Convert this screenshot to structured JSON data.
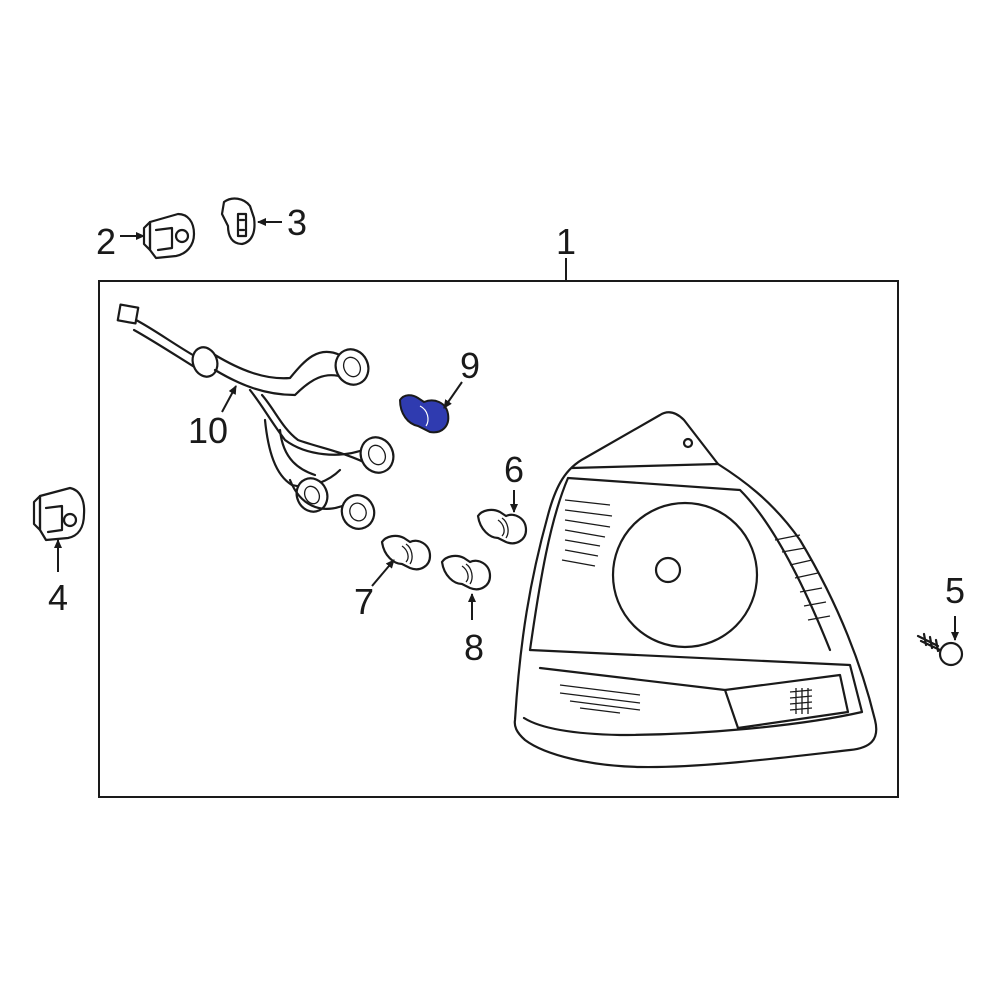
{
  "diagram": {
    "callouts": [
      "1",
      "2",
      "3",
      "4",
      "5",
      "6",
      "7",
      "8",
      "9",
      "10"
    ],
    "highlighted_part": "9",
    "colors": {
      "line": "#1a1a1a",
      "highlight": "#2f3bb0",
      "background": "#ffffff"
    }
  }
}
